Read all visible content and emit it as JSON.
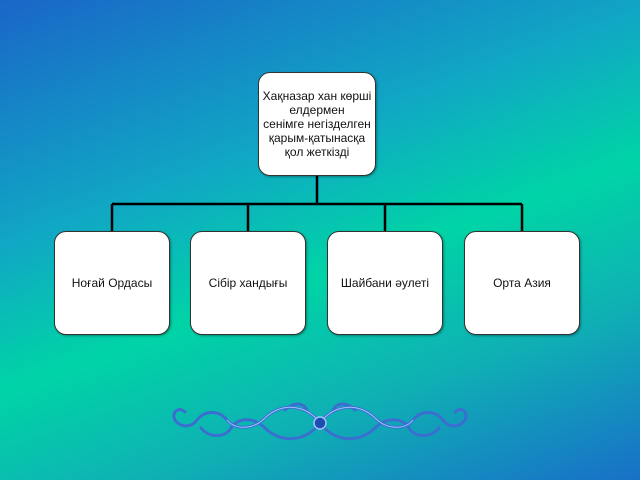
{
  "diagram": {
    "root": {
      "text": "Хақназар хан көрші\nелдермен\nсенімге негізделген\nқарым-қатынасқа\nқол жеткізді"
    },
    "children": [
      {
        "label": "Ноғай Ордасы"
      },
      {
        "label": "Сібір хандығы"
      },
      {
        "label": "Шайбани әулеті"
      },
      {
        "label": "Орта Азия"
      }
    ]
  },
  "colors": {
    "background_blue": "#1a66c8",
    "background_green": "#00d4a6",
    "node_fill": "#ffffff",
    "connector": "#000000",
    "ornament": "#3a6fd0"
  }
}
